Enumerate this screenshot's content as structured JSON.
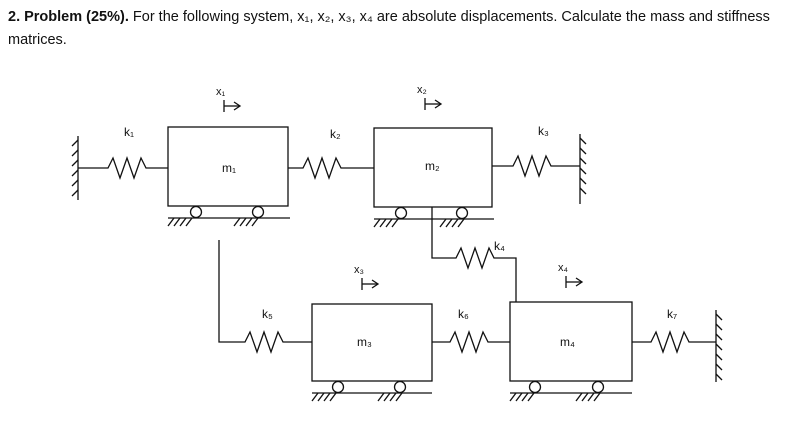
{
  "problem": {
    "heading": "2. Problem (25%).",
    "text": "For the following system, x₁, x₂, x₃, x₄ are absolute displacements. Calculate the mass and stiffness matrices."
  },
  "diagram": {
    "masses": [
      "m₁",
      "m₂",
      "m₃",
      "m₄"
    ],
    "springs": [
      "k₁",
      "k₂",
      "k₃",
      "k₄",
      "k₅",
      "k₆",
      "k₇"
    ],
    "displacements": [
      "x₁",
      "x₂",
      "x₃",
      "x₄"
    ]
  }
}
